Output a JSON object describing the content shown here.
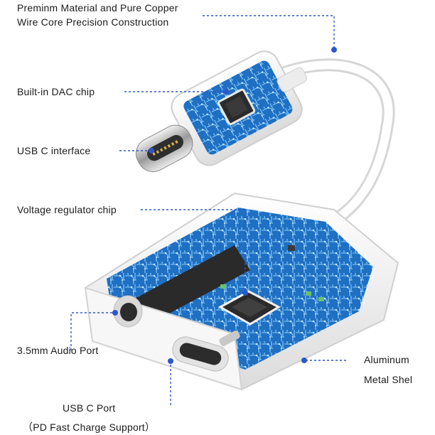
{
  "labels": {
    "material_line1": "Preminm Material and Pure Copper",
    "material_line2": "Wire Core Precision Construction",
    "dac_chip": "Built-in DAC chip",
    "usb_c_interface": "USB C interface",
    "voltage_chip": "Voltage regulator chip",
    "audio_port": "3.5mm Audio Port",
    "aluminum_line1": "Aluminum",
    "aluminum_line2": "Metal Shel",
    "usb_c_port": "USB C Port",
    "pd_support": "（PD Fast Charge Support）"
  },
  "colors": {
    "leader_line": "#2f56c9",
    "pcb_blue": "#1f6fc2",
    "pcb_trace": "#8fd0ff",
    "shell": "#f4f4f4",
    "text": "#1b1b1b"
  },
  "icons": {
    "product": "usb-c-to-3.5mm-audio-adapter-illustration",
    "chip": "dac-chip-icon"
  }
}
